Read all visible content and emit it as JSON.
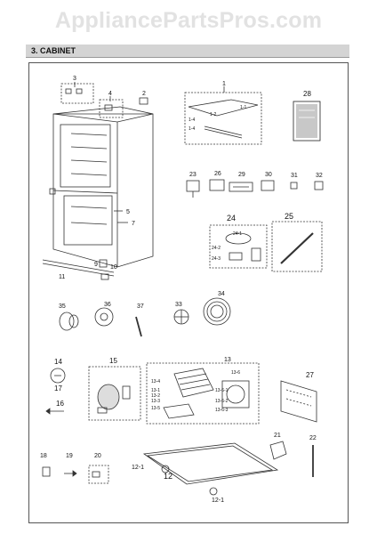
{
  "watermark": "AppliancePartsPros.com",
  "section_title": "3. CABINET",
  "callouts": {
    "c1": "1",
    "c2": "2",
    "c3": "3",
    "c4": "4",
    "c5": "5",
    "c7": "7",
    "c9": "9",
    "c10": "10",
    "c11": "11",
    "c12": "12",
    "c12_1a": "12-1",
    "c12_1b": "12-1",
    "c13": "13",
    "c14": "14",
    "c15": "15",
    "c16": "16",
    "c17": "17",
    "c18": "18",
    "c19": "19",
    "c20": "20",
    "c21": "21",
    "c22": "22",
    "c23": "23",
    "c24": "24",
    "c25": "25",
    "c26": "26",
    "c27": "27",
    "c28": "28",
    "c29": "29",
    "c30": "30",
    "c31": "31",
    "c32": "32",
    "c33": "33",
    "c34": "34",
    "c35": "35",
    "c36": "36",
    "c37": "37",
    "c24_1": "24-1",
    "c24_2": "24-2",
    "c24_3": "24-3",
    "c1_4a": "1-4",
    "c1_4b": "1-4",
    "c1_1": "1-1",
    "c1_2": "1-2",
    "c13_1": "13-1",
    "c13_2": "13-2",
    "c13_3": "13-3",
    "c13_4": "13-4",
    "c13_5": "13-5",
    "c13_6": "13-6",
    "c13_6_1": "13-6-1",
    "c13_6_2": "13-6-2",
    "c13_6_3": "13-6-3"
  }
}
